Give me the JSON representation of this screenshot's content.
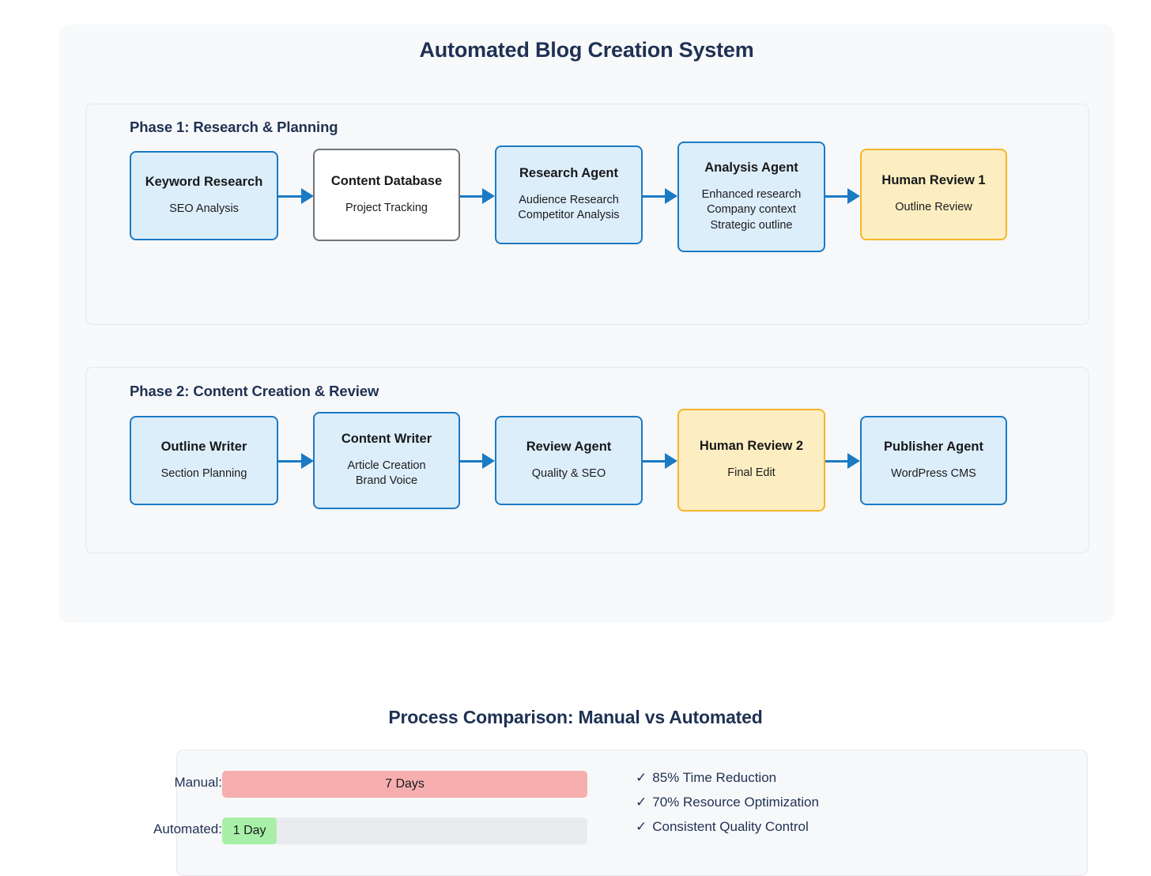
{
  "diagram": {
    "title": "Automated Blog Creation System",
    "phases": [
      {
        "label": "Phase 1: Research & Planning",
        "nodes": [
          {
            "title": "Keyword Research",
            "lines": [
              "SEO Analysis"
            ],
            "style": "blue"
          },
          {
            "title": "Content Database",
            "lines": [
              "Project Tracking"
            ],
            "style": "plain"
          },
          {
            "title": "Research Agent",
            "lines": [
              "Audience Research",
              "Competitor Analysis"
            ],
            "style": "blue"
          },
          {
            "title": "Analysis Agent",
            "lines": [
              "Enhanced research",
              "Company context",
              "Strategic outline"
            ],
            "style": "blue"
          },
          {
            "title": "Human Review 1",
            "lines": [
              "Outline Review"
            ],
            "style": "amber"
          }
        ]
      },
      {
        "label": "Phase 2: Content Creation & Review",
        "nodes": [
          {
            "title": "Outline Writer",
            "lines": [
              "Section Planning"
            ],
            "style": "blue"
          },
          {
            "title": "Content Writer",
            "lines": [
              "Article Creation",
              "Brand Voice"
            ],
            "style": "blue"
          },
          {
            "title": "Review Agent",
            "lines": [
              "Quality & SEO"
            ],
            "style": "blue"
          },
          {
            "title": "Human Review 2",
            "lines": [
              "Final Edit"
            ],
            "style": "amber"
          },
          {
            "title": "Publisher Agent",
            "lines": [
              "WordPress CMS"
            ],
            "style": "blue"
          }
        ]
      }
    ]
  },
  "comparison": {
    "title": "Process Comparison: Manual vs Automated",
    "rows": [
      {
        "label": "Manual:",
        "value": "7 Days",
        "percent": 100,
        "color": "#f6aeae"
      },
      {
        "label": "Automated:",
        "value": "1 Day",
        "percent": 15,
        "color": "#a8f0a8"
      }
    ],
    "benefits": [
      {
        "tick": "✓",
        "text": "85% Time Reduction"
      },
      {
        "tick": "✓",
        "text": "70% Resource Optimization"
      },
      {
        "tick": "✓",
        "text": "Consistent Quality Control"
      }
    ]
  },
  "colors": {
    "node_blue_border": "#1b7ac4",
    "node_blue_fill": "#ddeefb",
    "node_plain_border": "#707478",
    "node_amber_border": "#f7b529",
    "node_amber_fill": "#fdeec2",
    "arrow": "#1b7ac4",
    "heading": "#1f3153",
    "manual_bar": "#f6aeae",
    "automated_bar": "#a8f0a8"
  }
}
